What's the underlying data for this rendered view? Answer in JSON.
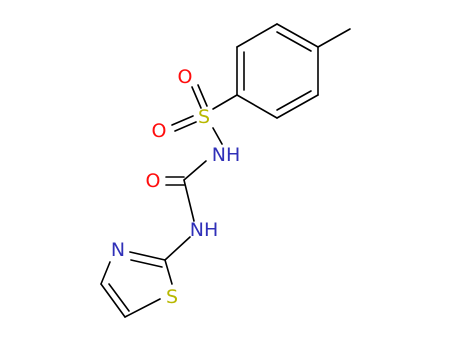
{
  "molecule": {
    "atoms": {
      "o_sulfonyl_top": "O",
      "o_sulfonyl_bottom": "O",
      "sulfur_sulfonyl": "S",
      "nh_sulfonamide": "NH",
      "o_carbonyl": "O",
      "nh_urea": "NH",
      "n_thiazole": "N",
      "s_thiazole": "S"
    },
    "colors": {
      "bond": "#000000",
      "oxygen": "#ff0d0d",
      "nitrogen": "#3030b8",
      "sulfur": "#b8b800"
    }
  }
}
